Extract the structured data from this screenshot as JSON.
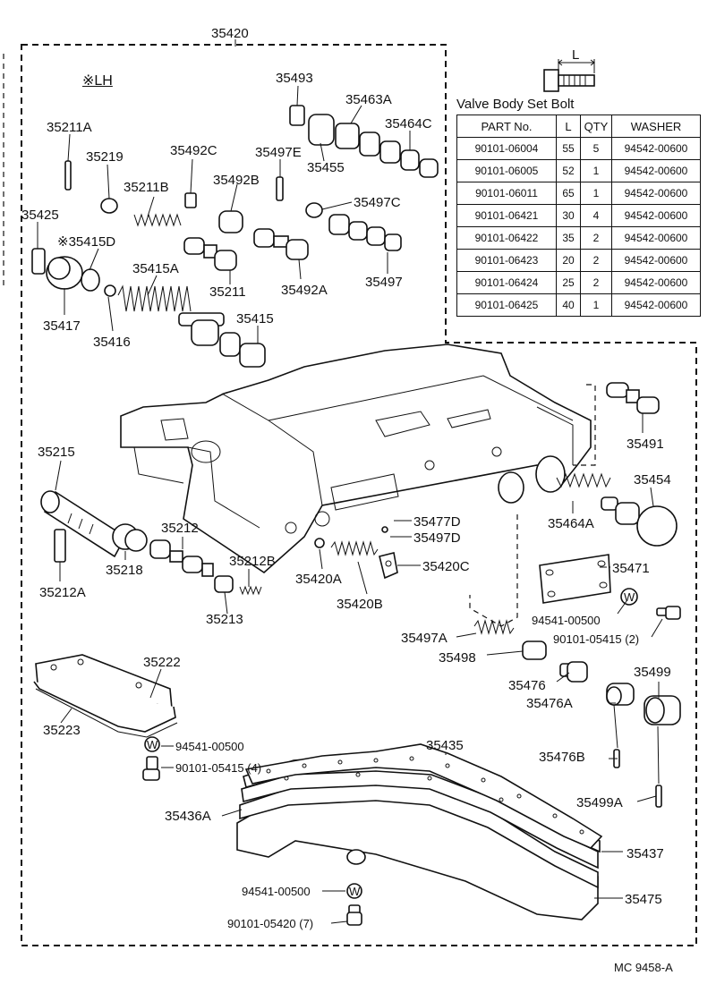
{
  "note_lh": "※LH",
  "doc_code": "MC  9458-A",
  "table": {
    "title": "Valve Body Set Bolt",
    "headers": [
      "PART No.",
      "L",
      "QTY",
      "WASHER"
    ],
    "rows": [
      [
        "90101-06004",
        "55",
        "5",
        "94542-00600"
      ],
      [
        "90101-06005",
        "52",
        "1",
        "94542-00600"
      ],
      [
        "90101-06011",
        "65",
        "1",
        "94542-00600"
      ],
      [
        "90101-06421",
        "30",
        "4",
        "94542-00600"
      ],
      [
        "90101-06422",
        "35",
        "2",
        "94542-00600"
      ],
      [
        "90101-06423",
        "20",
        "2",
        "94542-00600"
      ],
      [
        "90101-06424",
        "25",
        "2",
        "94542-00600"
      ],
      [
        "90101-06425",
        "40",
        "1",
        "94542-00600"
      ]
    ],
    "bolt_dim_label": "L"
  },
  "labels": {
    "p35420": "35420",
    "p35493": "35493",
    "p35463A": "35463A",
    "p35464C": "35464C",
    "p35211A": "35211A",
    "p35219": "35219",
    "p35492C": "35492C",
    "p35497E": "35497E",
    "p35455": "35455",
    "p35211B": "35211B",
    "p35492B": "35492B",
    "p35497C": "35497C",
    "p35425": "35425",
    "p35415D": "※35415D",
    "p35415A": "35415A",
    "p35211": "35211",
    "p35492A": "35492A",
    "p35497": "35497",
    "p35417": "35417",
    "p35416": "35416",
    "p35415": "35415",
    "p35491": "35491",
    "p35215": "35215",
    "p35454": "35454",
    "p35464A": "35464A",
    "p35477D": "35477D",
    "p35497D": "35497D",
    "p35212": "35212",
    "p35218": "35218",
    "p35212B": "35212B",
    "p35420A": "35420A",
    "p35420C": "35420C",
    "p35471": "35471",
    "p35212A": "35212A",
    "p35213": "35213",
    "p35420B": "35420B",
    "w94541a": "94541-00500",
    "b90101_05415b": "90101-05415 (2)",
    "p35497A": "35497A",
    "p35498": "35498",
    "p35222": "35222",
    "p35476": "35476",
    "p35499": "35499",
    "p35476A": "35476A",
    "p35223": "35223",
    "w94541b": "94541-00500",
    "b90101_05415a": "90101-05415 (4)",
    "p35435": "35435",
    "p35476B": "35476B",
    "p35499A": "35499A",
    "p35436A": "35436A",
    "p35437": "35437",
    "w94541c": "94541-00500",
    "p35475": "35475",
    "b90101_05420": "90101-05420 (7)",
    "washer_mark": "W"
  }
}
